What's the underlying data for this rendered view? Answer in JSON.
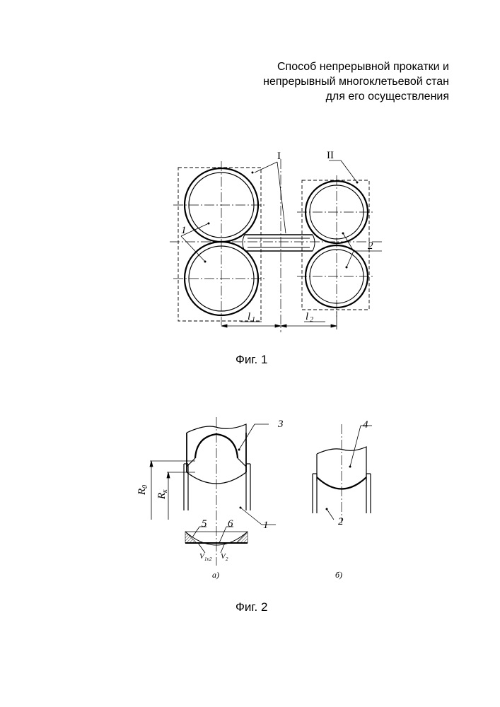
{
  "title": {
    "line1": "Способ непрерывной прокатки и",
    "line2": "непрерывный многоклетьевой стан",
    "line3": "для его осуществления"
  },
  "fig1": {
    "caption": "Фиг. 1",
    "labels": {
      "stand1": "I",
      "stand2": "II",
      "roll1": "1",
      "roll2": "2",
      "l1": "l",
      "l1_sub": "1",
      "l2": "l",
      "l2_sub": "2"
    }
  },
  "fig2": {
    "caption": "Фиг. 2",
    "labels": {
      "item3": "3",
      "item4": "4",
      "item1": "1",
      "item2": "2",
      "item5": "5",
      "item6": "6",
      "R0": "R",
      "R0_sub": "0",
      "Rk": "R",
      "Rk_sub": "к",
      "V1": "V",
      "V1_sub": "1n2",
      "V2": "V",
      "V2_sub": "2",
      "sub_a": "а)",
      "sub_b": "б)"
    }
  }
}
